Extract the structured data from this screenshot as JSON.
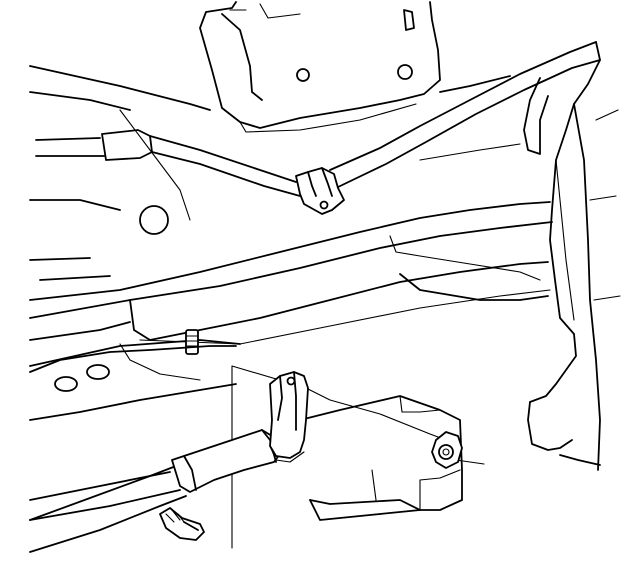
{
  "figure": {
    "background": "#ffffff",
    "line_color": "#000000",
    "parts": [
      {
        "id": "frame-rail",
        "icon": "frame-rail-shape"
      },
      {
        "id": "upper-brake-cable",
        "icon": "cable-shape"
      },
      {
        "id": "upper-cable-clip",
        "icon": "p-clip-shape"
      },
      {
        "id": "upper-bracket",
        "icon": "bracket-shape"
      },
      {
        "id": "crossmember",
        "icon": "tube-shape"
      },
      {
        "id": "lower-brake-cable",
        "icon": "cable-shape"
      },
      {
        "id": "lower-cable-clip",
        "icon": "p-clip-shape"
      },
      {
        "id": "clip-nut",
        "icon": "hex-nut-icon"
      },
      {
        "id": "clip-stud",
        "icon": "stud-icon"
      },
      {
        "id": "mount-bolt",
        "icon": "bolt-icon"
      }
    ]
  }
}
